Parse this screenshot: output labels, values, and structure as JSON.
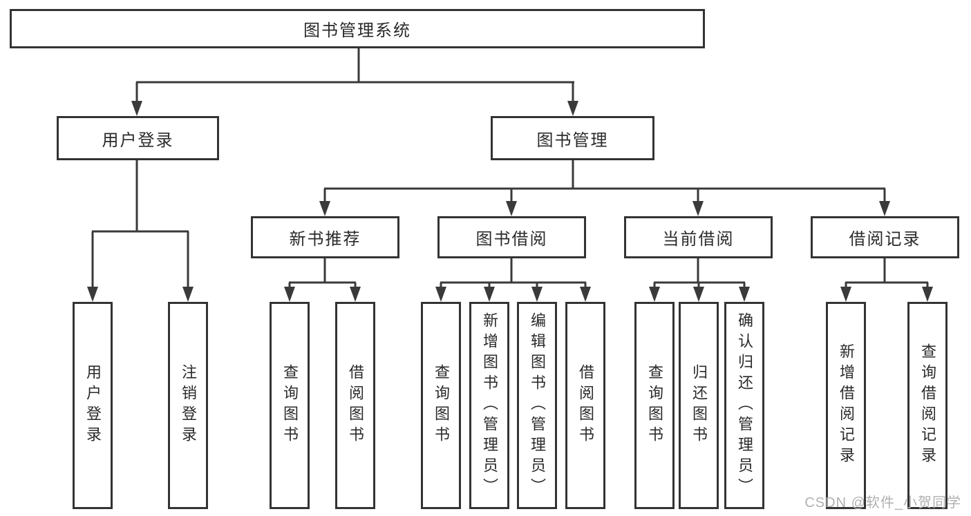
{
  "diagram": {
    "root": {
      "label": "图书管理系统"
    },
    "user_login": {
      "label": "用户登录",
      "children": [
        {
          "label": "用户登录"
        },
        {
          "label": "注销登录"
        }
      ]
    },
    "book_mgmt": {
      "label": "图书管理",
      "children": [
        {
          "label": "新书推荐",
          "children": [
            {
              "label": "查询图书"
            },
            {
              "label": "借阅图书"
            }
          ]
        },
        {
          "label": "图书借阅",
          "children": [
            {
              "label": "查询图书"
            },
            {
              "label": "新增图书（管理员）"
            },
            {
              "label": "编辑图书（管理员）"
            },
            {
              "label": "借阅图书"
            }
          ]
        },
        {
          "label": "当前借阅",
          "children": [
            {
              "label": "查询图书"
            },
            {
              "label": "归还图书"
            },
            {
              "label": "确认归还（管理员）"
            }
          ]
        },
        {
          "label": "借阅记录",
          "children": [
            {
              "label": "新增借阅记录"
            },
            {
              "label": "查询借阅记录"
            }
          ]
        }
      ]
    },
    "colors": {
      "line": "#3a3a3a",
      "box_border": "#333333",
      "text": "#2a2a2a",
      "watermark": "#b0b0b0",
      "background": "#ffffff"
    }
  },
  "watermark": {
    "text": "CSDN @软件_小贺同学"
  }
}
